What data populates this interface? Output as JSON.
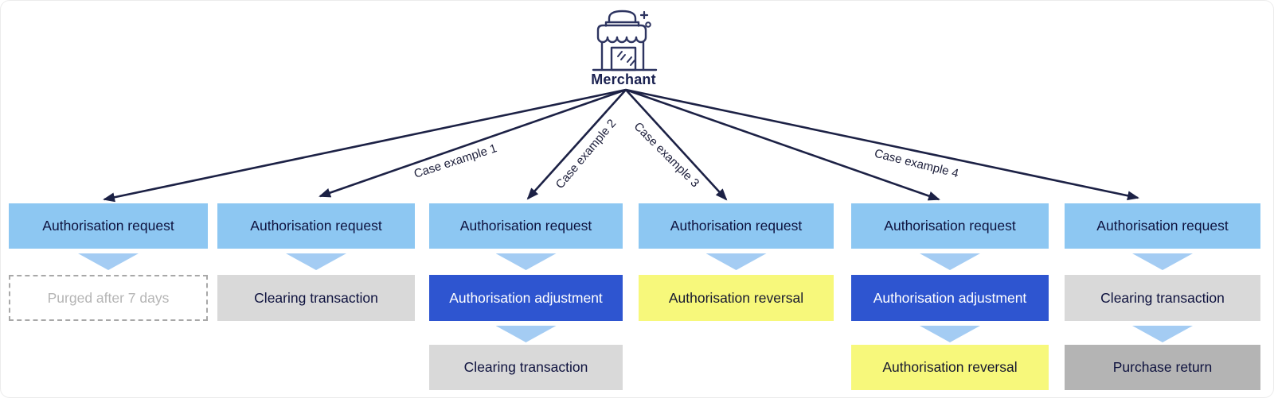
{
  "merchant": {
    "label": "Merchant"
  },
  "case_labels": [
    {
      "text": "Case example 1"
    },
    {
      "text": "Case example 2"
    },
    {
      "text": "Case example 3"
    },
    {
      "text": "Case example 4"
    }
  ],
  "flows": [
    {
      "steps": [
        {
          "label": "Authorisation request",
          "variant": "auth-request"
        },
        {
          "label": "Purged after 7 days",
          "variant": "purged"
        }
      ]
    },
    {
      "steps": [
        {
          "label": "Authorisation request",
          "variant": "auth-request"
        },
        {
          "label": "Clearing transaction",
          "variant": "clearing"
        }
      ]
    },
    {
      "steps": [
        {
          "label": "Authorisation request",
          "variant": "auth-request"
        },
        {
          "label": "Authorisation adjustment",
          "variant": "adjustment"
        },
        {
          "label": "Clearing transaction",
          "variant": "clearing"
        }
      ]
    },
    {
      "steps": [
        {
          "label": "Authorisation request",
          "variant": "auth-request"
        },
        {
          "label": "Authorisation reversal",
          "variant": "reversal"
        }
      ]
    },
    {
      "steps": [
        {
          "label": "Authorisation request",
          "variant": "auth-request"
        },
        {
          "label": "Authorisation adjustment",
          "variant": "adjustment"
        },
        {
          "label": "Authorisation reversal",
          "variant": "reversal"
        }
      ]
    },
    {
      "steps": [
        {
          "label": "Authorisation request",
          "variant": "auth-request"
        },
        {
          "label": "Clearing transaction",
          "variant": "clearing"
        },
        {
          "label": "Purchase return",
          "variant": "purchase-return"
        }
      ]
    }
  ],
  "colors": {
    "auth_request_bg": "#8dc7f2",
    "adjustment_bg": "#2e55d0",
    "reversal_bg": "#f7f87b",
    "clearing_bg": "#d9d9d9",
    "purchase_return_bg": "#b4b4b4",
    "connector_triangle": "#a4ccf3",
    "arrow_line": "#1c2145",
    "box_text": "#0e123e",
    "purged_text": "#b5b5b5",
    "purged_border": "#a8a8a8"
  }
}
